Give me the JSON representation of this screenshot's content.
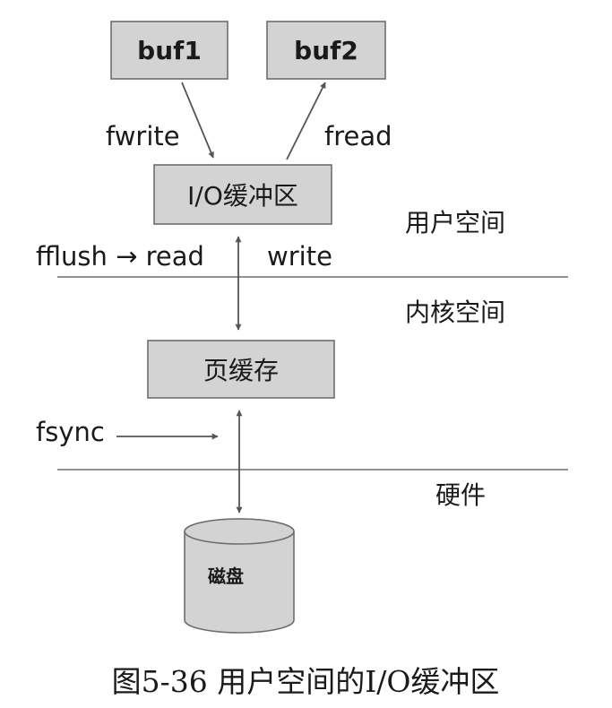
{
  "boxes": {
    "buf1": "buf1",
    "buf2": "buf2",
    "io_buffer": "I/O缓冲区",
    "page_cache": "页缓存",
    "disk": "磁盘"
  },
  "labels": {
    "fwrite": "fwrite",
    "fread": "fread",
    "fflush_read": "fflush → read",
    "write": "write",
    "fsync": "fsync"
  },
  "zones": {
    "user_space": "用户空间",
    "kernel_space": "内核空间",
    "hardware": "硬件"
  },
  "caption": "图5-36 用户空间的I/O缓冲区"
}
